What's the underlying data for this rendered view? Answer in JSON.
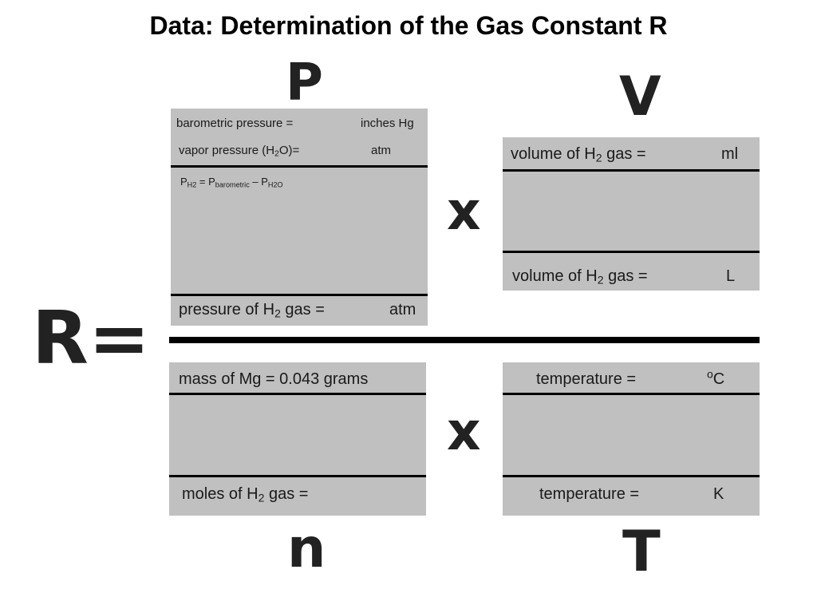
{
  "title": "Data: Determination of the Gas Constant R",
  "letters": {
    "p": "P",
    "v": "V",
    "n": "n",
    "t": "T",
    "r": "R=",
    "times_top": "x",
    "times_bottom": "x"
  },
  "pressure_box": {
    "barometric_label": "barometric pressure =",
    "barometric_unit": "inches Hg",
    "vapor_label_pre": "vapor pressure (H",
    "vapor_label_sub": "2",
    "vapor_label_post": "O)=",
    "vapor_unit": "atm",
    "formula_p": "P",
    "formula_sub_h2": "H2",
    "formula_eq": " = P",
    "formula_sub_bar": "barometric",
    "formula_minus": " – P",
    "formula_sub_h2o": "H2O",
    "result_label_pre": "pressure of H",
    "result_label_sub": "2",
    "result_label_post": " gas =",
    "result_unit": "atm"
  },
  "volume_box": {
    "ml_label_pre": "volume of H",
    "ml_label_sub": "2",
    "ml_label_post": " gas =",
    "ml_unit": "ml",
    "l_label_pre": "volume of H",
    "l_label_sub": "2",
    "l_label_post": " gas =",
    "l_unit": "L"
  },
  "moles_box": {
    "mass_label": "mass of Mg =  0.043 grams",
    "moles_label_pre": "moles of H",
    "moles_label_sub": "2",
    "moles_label_post": " gas ="
  },
  "temperature_box": {
    "c_label": "temperature =",
    "c_unit_sup": "o",
    "c_unit": "C",
    "k_label": "temperature =",
    "k_unit": "K"
  }
}
